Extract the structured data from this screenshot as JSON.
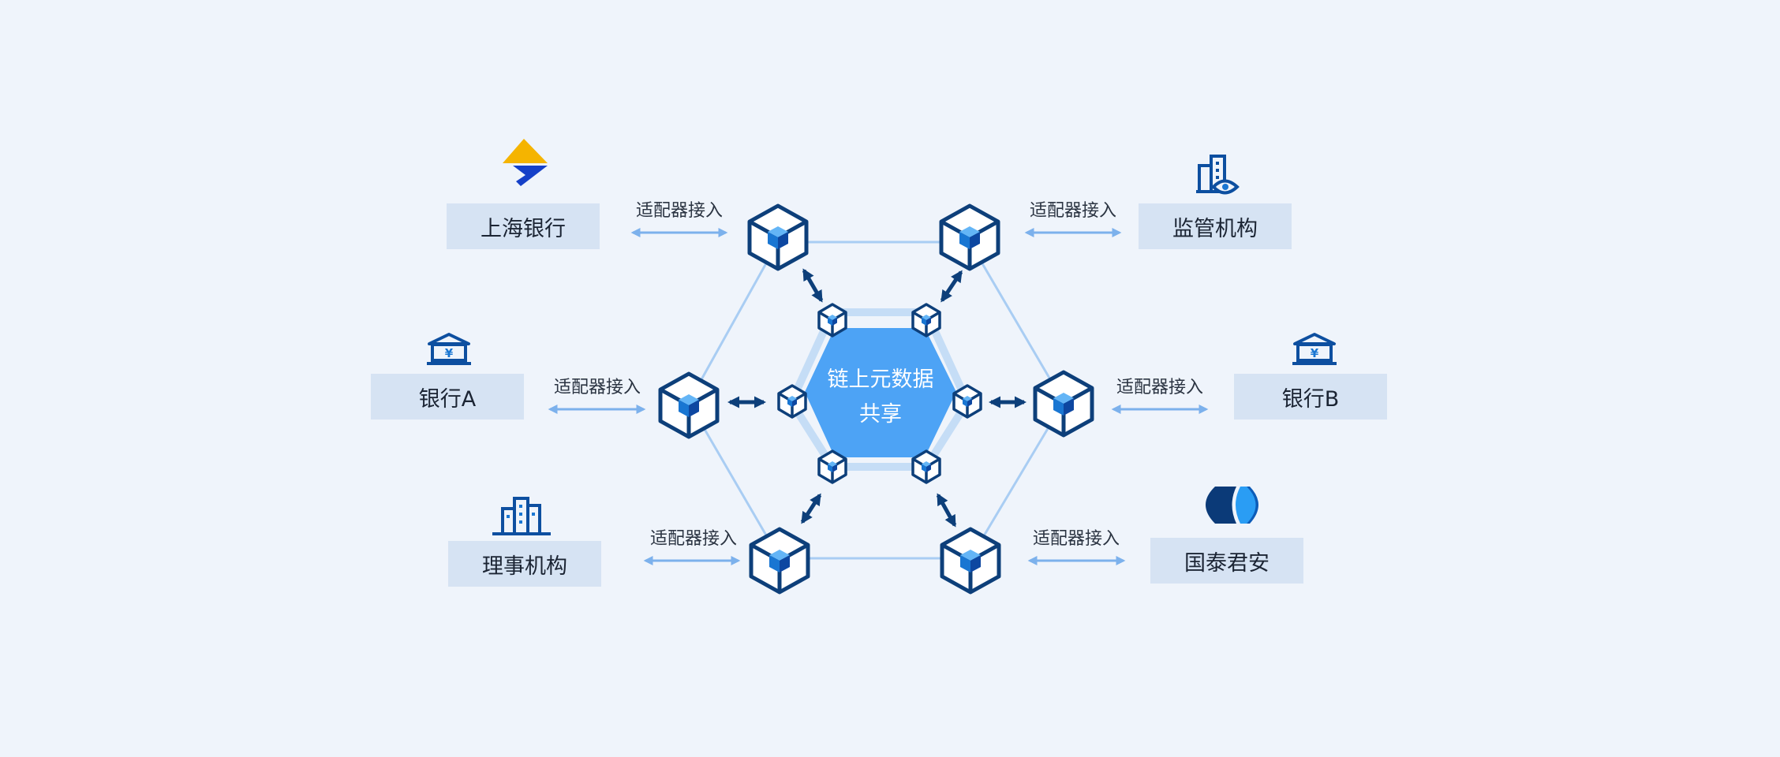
{
  "center": {
    "line1": "链上元数据",
    "line2": "共享"
  },
  "adapter_text": "适配器接入",
  "orgs": [
    {
      "id": "shanghai-bank",
      "label": "上海银行",
      "icon": "shanghai-bank-logo"
    },
    {
      "id": "regulator",
      "label": "监管机构",
      "icon": "building-eye-icon"
    },
    {
      "id": "bank-a",
      "label": "银行A",
      "icon": "bank-yen-icon"
    },
    {
      "id": "bank-b",
      "label": "银行B",
      "icon": "bank-yen-icon"
    },
    {
      "id": "council",
      "label": "理事机构",
      "icon": "buildings-icon"
    },
    {
      "id": "guotai-junan",
      "label": "国泰君安",
      "icon": "guotai-junan-logo"
    }
  ],
  "colors": {
    "background": "#eff4fb",
    "label_box": "#d6e3f3",
    "node_stroke": "#0d3f7a",
    "node_fill": "#ffffff",
    "node_core": "#1565c0",
    "center_fill": "#4da3f5",
    "link_line": "#a9cdf3",
    "adapter_arrow": "#7cb1ec",
    "dark_arrow": "#0d3f7a",
    "logo_yellow": "#f5b400",
    "logo_blue": "#1540c8"
  }
}
